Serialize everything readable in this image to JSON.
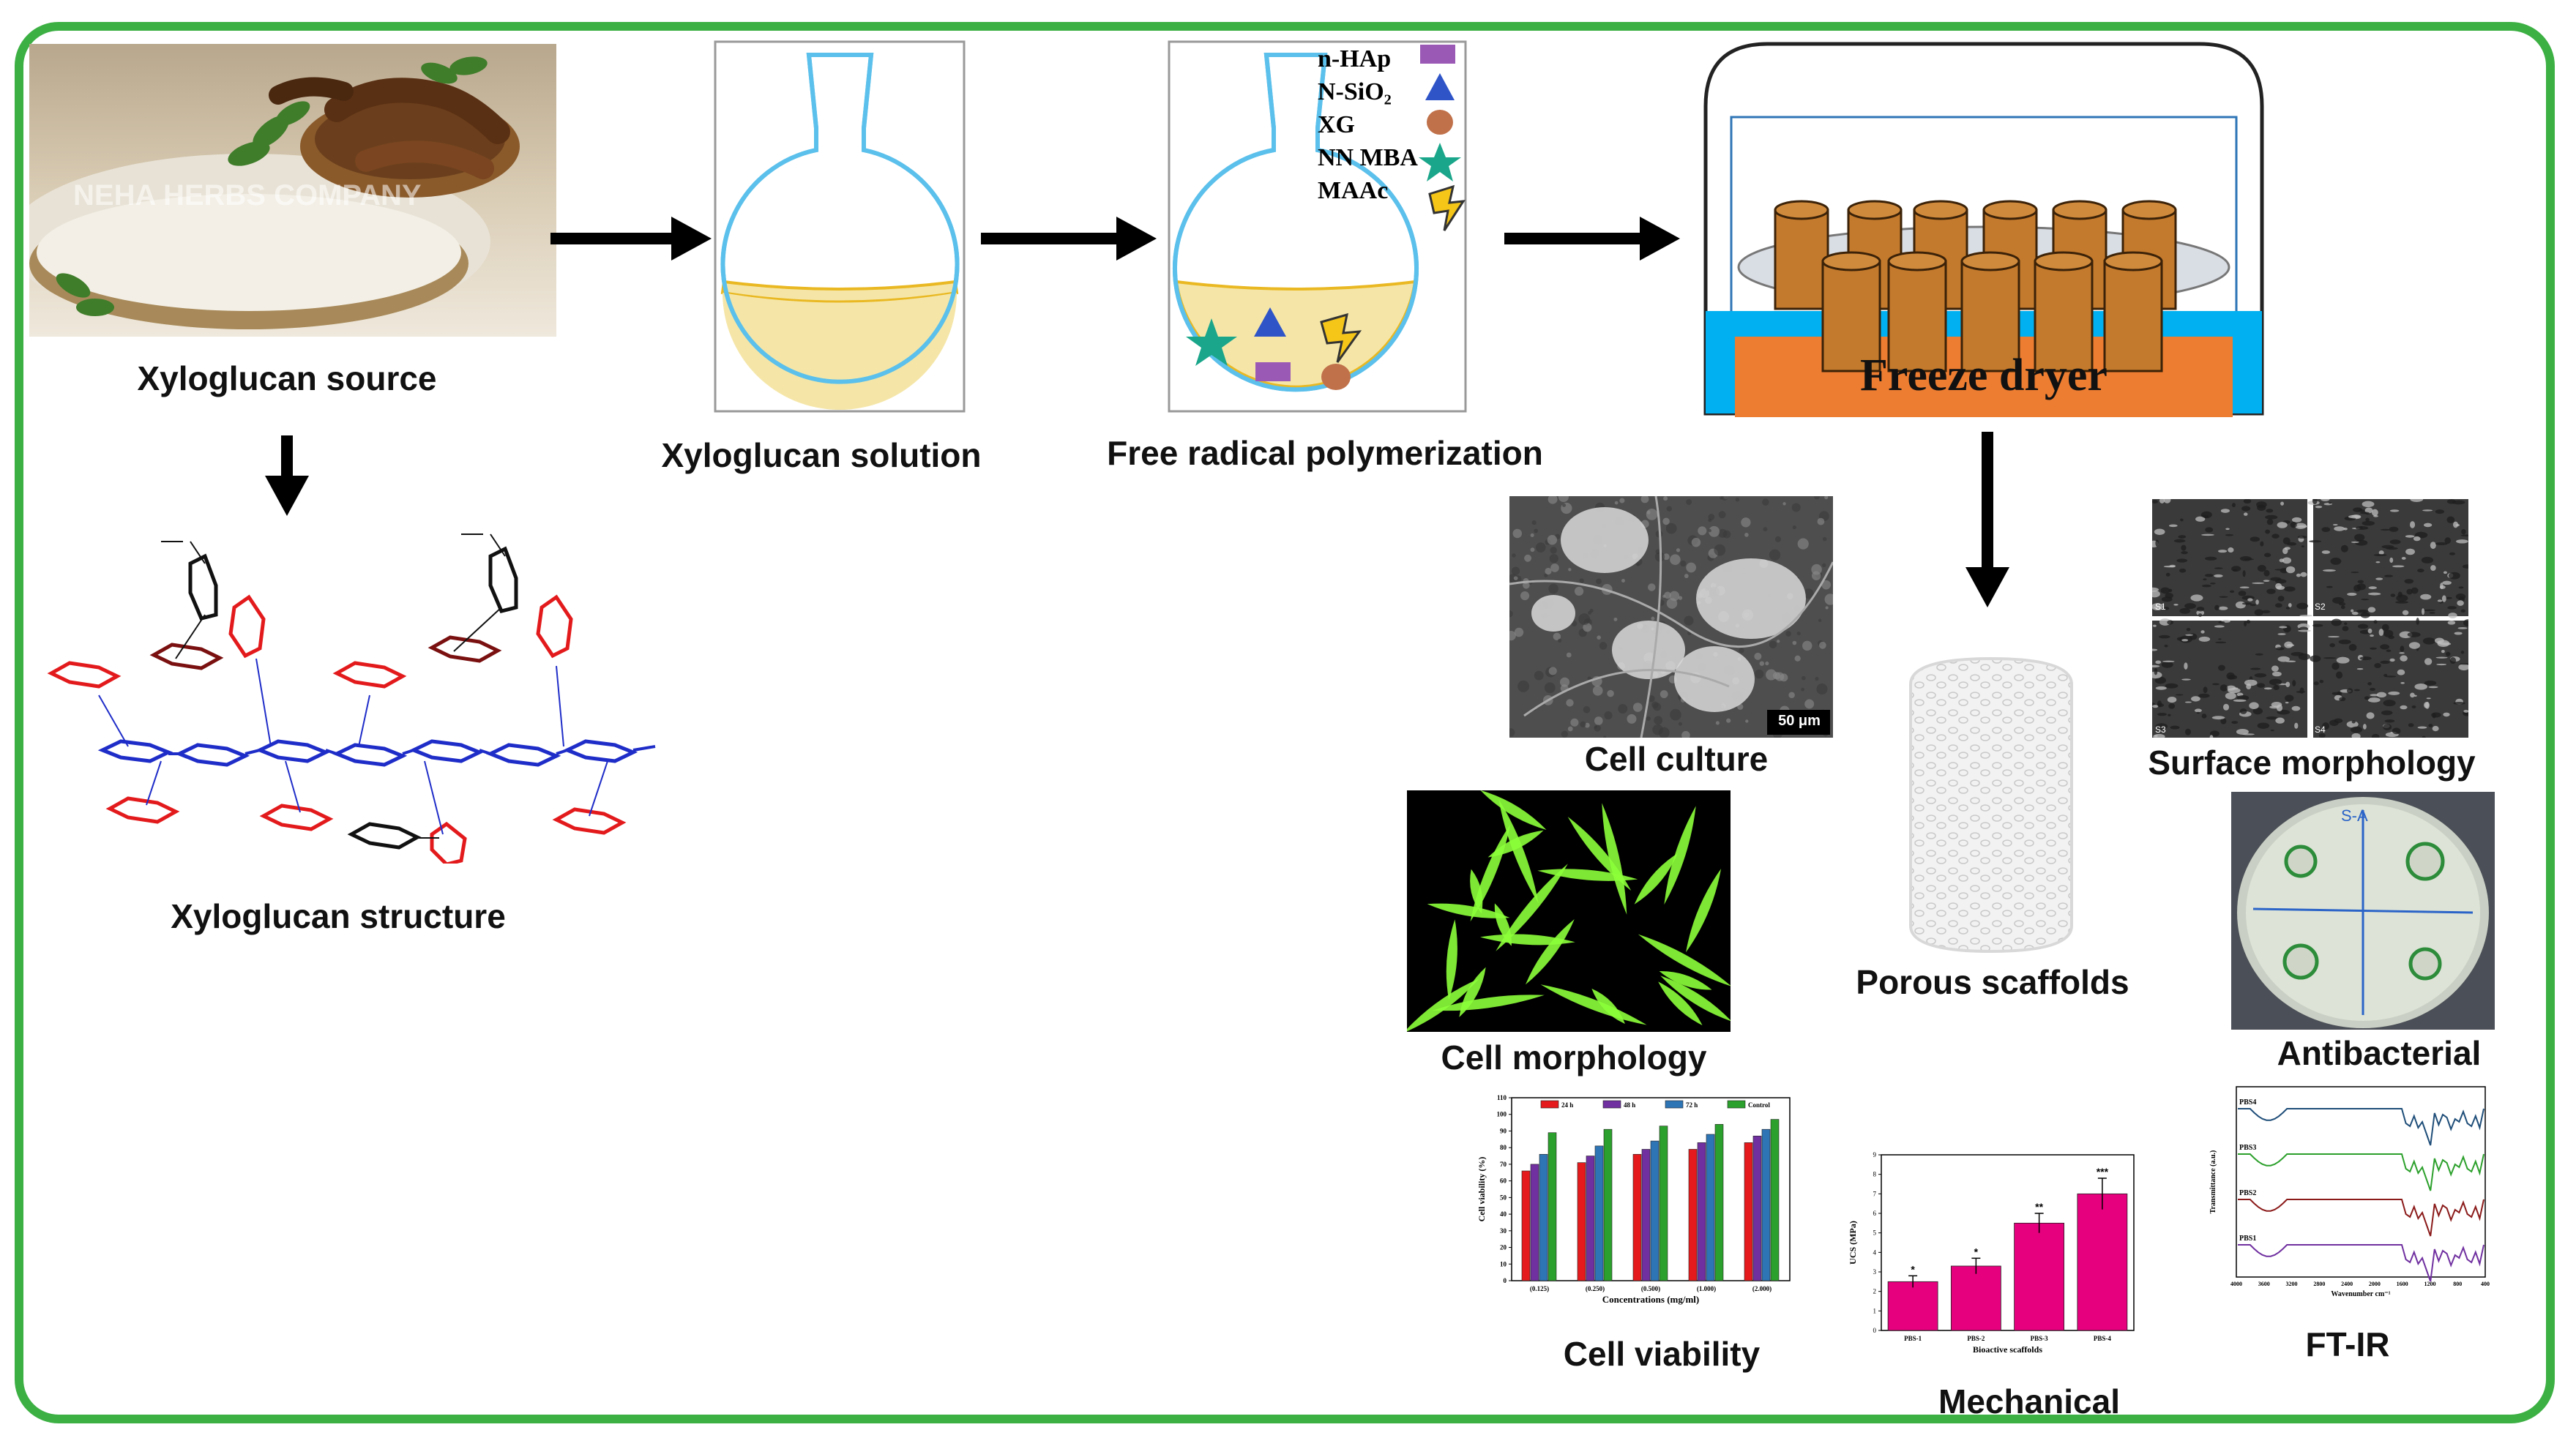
{
  "labels": {
    "xyloglucan_source": "Xyloglucan source",
    "xyloglucan_solution": "Xyloglucan solution",
    "free_radical": "Free radical polymerization",
    "xyloglucan_structure": "Xyloglucan structure",
    "cell_culture": "Cell culture",
    "surface_morphology": "Surface morphology",
    "cell_morphology": "Cell morphology",
    "porous_scaffolds": "Porous scaffolds",
    "antibacterial": "Antibacterial",
    "cell_viability": "Cell viability",
    "mechanical": "Mechanical",
    "ftir": "FT-IR"
  },
  "freeze_dryer": {
    "label": "Freeze dryer"
  },
  "reagents": [
    {
      "name": "n-HAp",
      "marker": "purple-rectangle"
    },
    {
      "name": "N-SiO₂",
      "marker": "blue-triangle"
    },
    {
      "name": "XG",
      "marker": "brown-circle"
    },
    {
      "name": "NN MBA",
      "marker": "teal-star"
    },
    {
      "name": "MAAc",
      "marker": "yellow-lightning"
    }
  ],
  "photo_text": {
    "watermark": "NEHA HERBS COMPANY",
    "scale_bar": "50 μm",
    "sem_tags": [
      "S1",
      "S2",
      "S3",
      "S4"
    ],
    "petri_text": "S-A"
  },
  "colors": {
    "border": "#3cb043",
    "freeze_dryer_base": "#ed7d31",
    "freeze_dryer_stand": "#00b0f0",
    "scaffold_cylinder": "#c47a2c",
    "flask_outline": "#5bc0eb",
    "solution": "#f5e6a8",
    "bar_magenta": "#e6007e"
  },
  "charts": {
    "viability": {
      "type": "bar",
      "legend": [
        "24 h",
        "48 h",
        "72 h",
        "Control"
      ],
      "colors": [
        "#e41a1c",
        "#7030a0",
        "#2e75b6",
        "#2ca02c"
      ],
      "categories": [
        "(0.125)",
        "(0.250)",
        "(0.500)",
        "(1.000)",
        "(2.000)"
      ],
      "series": [
        {
          "name": "24 h",
          "values": [
            66,
            71,
            76,
            79,
            83
          ]
        },
        {
          "name": "48 h",
          "values": [
            70,
            75,
            79,
            83,
            87
          ]
        },
        {
          "name": "72 h",
          "values": [
            76,
            81,
            84,
            88,
            91
          ]
        },
        {
          "name": "Control",
          "values": [
            89,
            91,
            93,
            94,
            97
          ]
        }
      ],
      "xlabel": "Concentrations (mg/ml)",
      "ylabel": "Cell viability (%)",
      "yticks": [
        "0",
        "10",
        "20",
        "30",
        "40",
        "50",
        "60",
        "70",
        "80",
        "90",
        "100",
        "110"
      ],
      "ylim": [
        0,
        110
      ]
    },
    "mechanical": {
      "type": "bar",
      "categories": [
        "PBS-1",
        "PBS-2",
        "PBS-3",
        "PBS-4"
      ],
      "values": [
        2.5,
        3.3,
        5.5,
        7.0
      ],
      "errors": [
        0.3,
        0.4,
        0.5,
        0.8
      ],
      "significance": [
        "*",
        "*",
        "**",
        "***"
      ],
      "xlabel": "Bioactive scaffolds",
      "ylabel": "UCS (MPa)",
      "yticks": [
        "0",
        "1",
        "2",
        "3",
        "4",
        "5",
        "6",
        "7",
        "8",
        "9"
      ],
      "ylim": [
        0,
        9
      ]
    },
    "ftir": {
      "type": "line",
      "series_names": [
        "PBS4",
        "PBS3",
        "PBS2",
        "PBS1"
      ],
      "colors": [
        "#1f4e79",
        "#2ca02c",
        "#8b1a1a",
        "#7030a0"
      ],
      "xlabel": "Wavenumber cm⁻¹",
      "ylabel": "Transmittance (a.u.)",
      "xticks": [
        "4000",
        "3600",
        "3200",
        "2800",
        "2400",
        "2000",
        "1600",
        "1200",
        "800",
        "400"
      ]
    }
  }
}
